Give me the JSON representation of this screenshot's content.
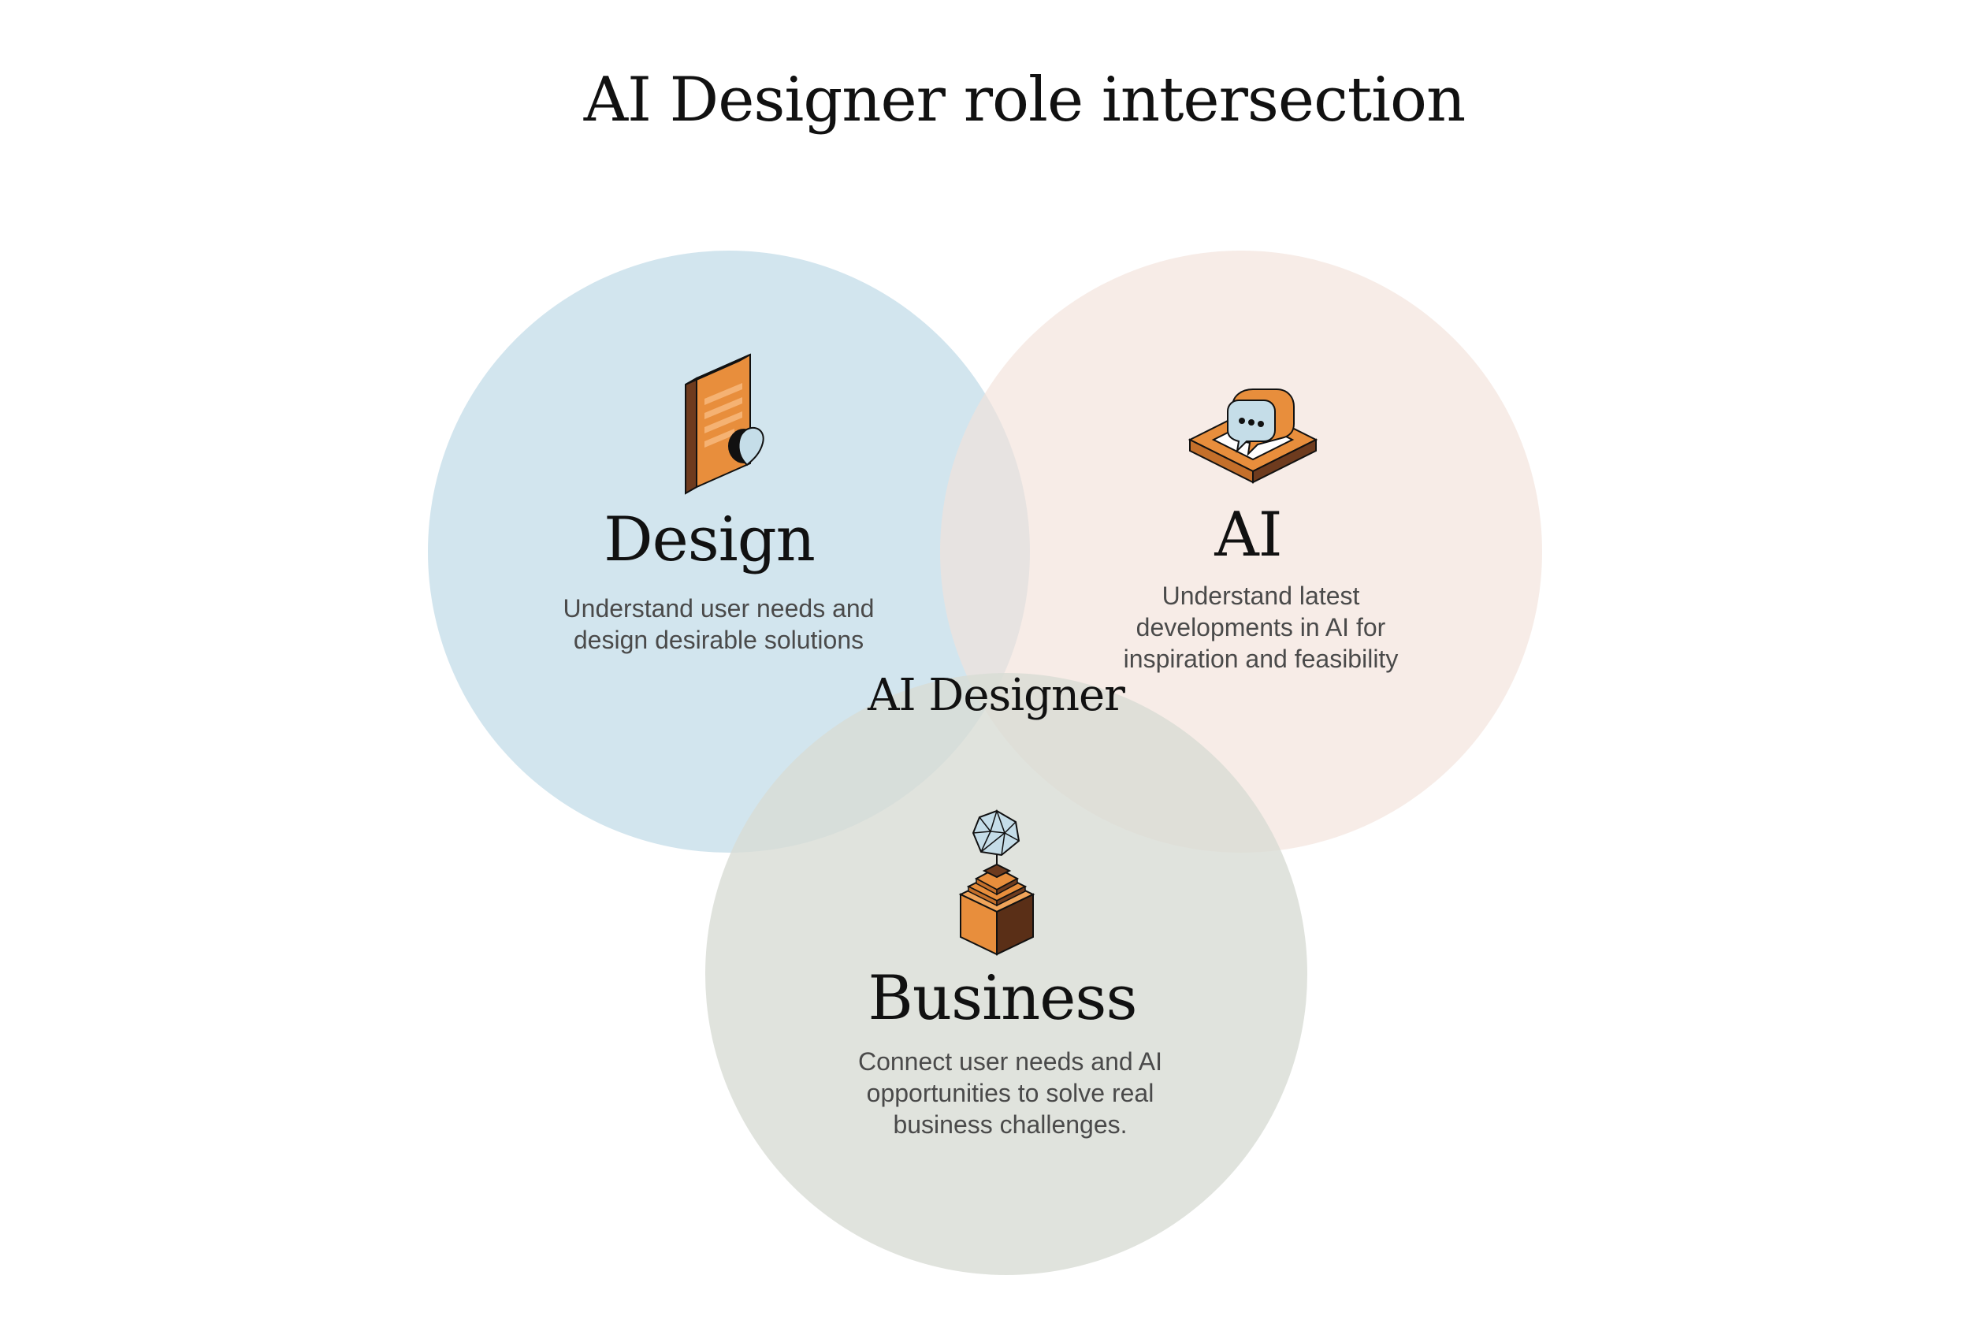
{
  "title": "AI Designer role intersection",
  "center_label": "AI Designer",
  "colors": {
    "design_fill": "#d2e5ee",
    "ai_fill": "#f6ebe6",
    "business_fill": "#dfe3de",
    "icon_orange": "#e88e3c",
    "icon_brown": "#6e3b1e",
    "icon_blue": "#c5dde8"
  },
  "sets": [
    {
      "id": "design",
      "label": "Design",
      "lines": [
        "Understand user needs and",
        "design desirable solutions"
      ],
      "icon": "document-heart-icon"
    },
    {
      "id": "ai",
      "label": "AI",
      "lines": [
        "Understand latest",
        "developments in AI for",
        "inspiration and feasibility"
      ],
      "icon": "chat-bubble-frame-icon"
    },
    {
      "id": "business",
      "label": "Business",
      "lines": [
        "Connect user needs and AI",
        "opportunities to solve real",
        "business challenges."
      ],
      "icon": "gem-pedestal-icon"
    }
  ]
}
